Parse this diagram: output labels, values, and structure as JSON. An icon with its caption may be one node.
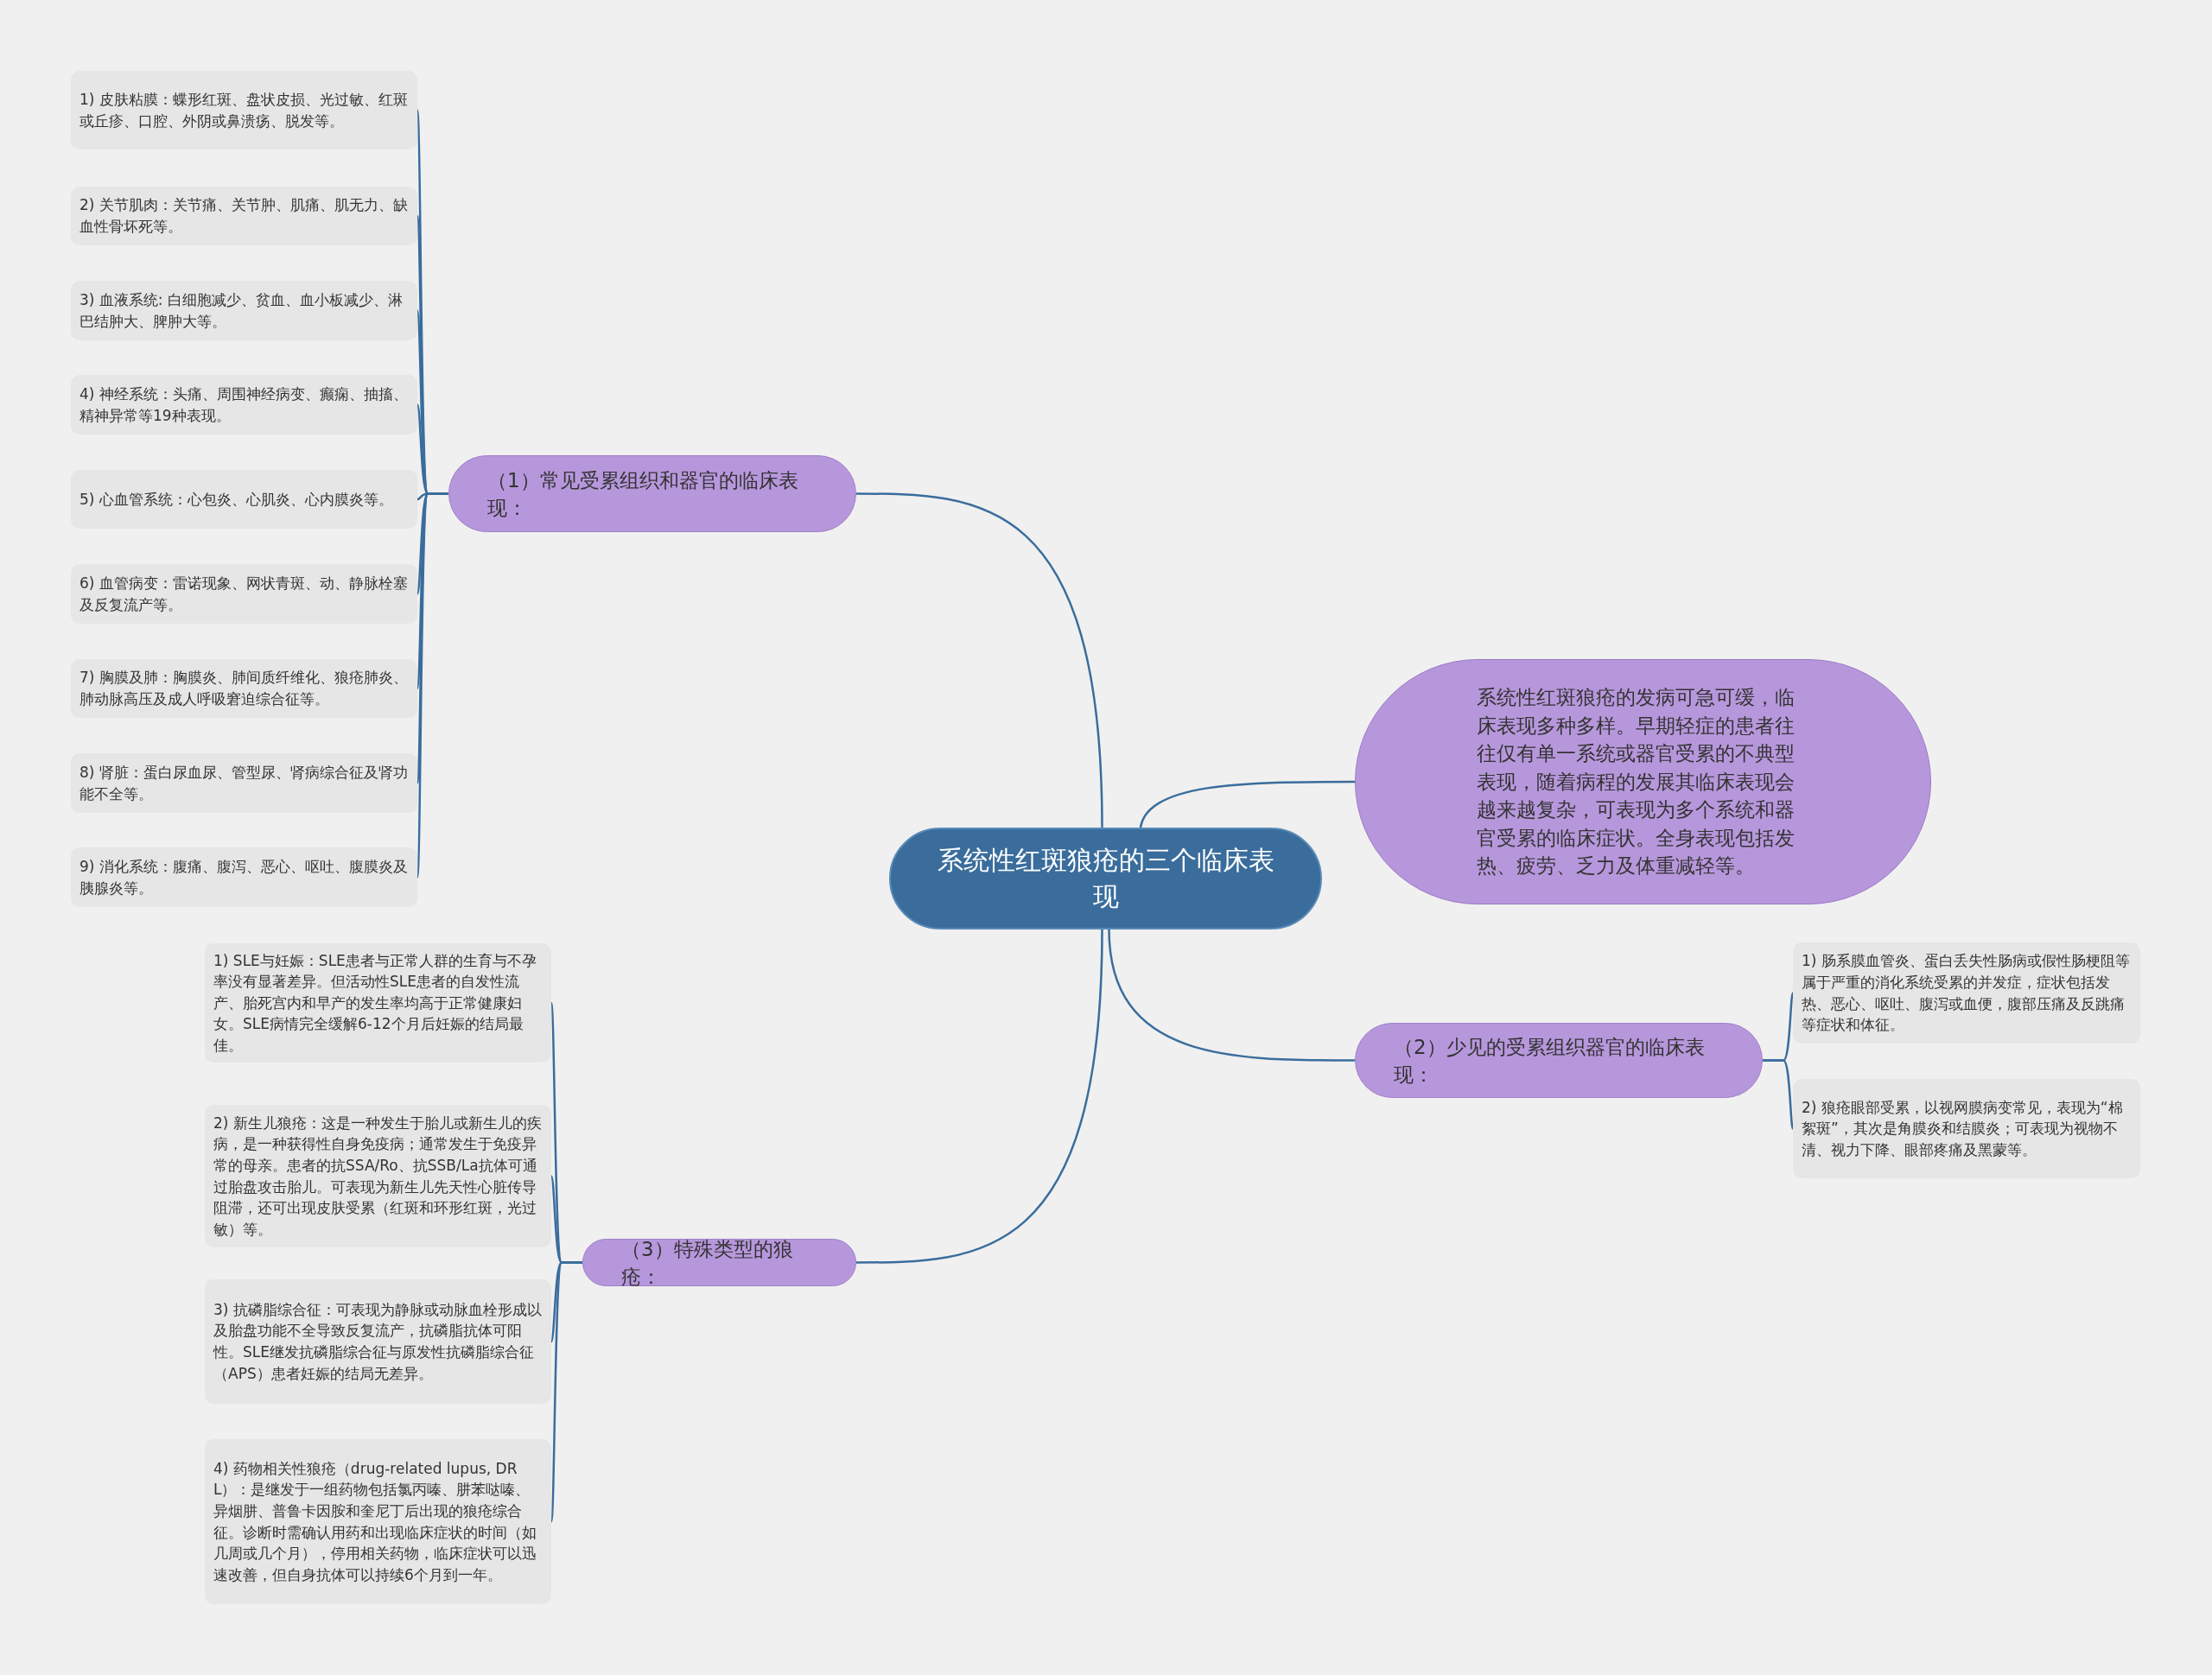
{
  "diagram": {
    "nodes": [
      {
        "text": [
          "系统性红斑狼疮的三个临床表现"
        ]
      },
      {
        "text": [
          "（1）常见受累组织和器官的临床表现："
        ]
      },
      {
        "text": [
          "1) 皮肤粘膜：蝶形红斑、盘状皮损、光过敏、红斑或丘疹、口腔、外阴或鼻溃疡、脱发等。"
        ]
      },
      {
        "text": [
          "2) 关节肌肉：关节痛、关节肿、肌痛、肌无力、缺血性骨坏死等。"
        ]
      },
      {
        "text": [
          "3) 血液系统: 白细胞减少、贫血、血小板减少、淋巴结肿大、脾肿大等。"
        ]
      },
      {
        "text": [
          "4) 神经系统：头痛、周围神经病变、癫痫、抽搐、精神异常等19种表现。"
        ]
      },
      {
        "text": [
          "5) 心血管系统：心包炎、心肌炎、心内膜炎等。"
        ]
      },
      {
        "text": [
          "6) 血管病变：雷诺现象、网状青斑、动、静脉栓塞及反复流产等。"
        ]
      },
      {
        "text": [
          "7) 胸膜及肺：胸膜炎、肺间质纤维化、狼疮肺炎、肺动脉高压及成人呼吸窘迫综合征等。"
        ]
      },
      {
        "text": [
          "8) 肾脏：蛋白尿血尿、管型尿、肾病综合征及肾功能不全等。"
        ]
      },
      {
        "text": [
          "9) 消化系统：腹痛、腹泻、恶心、呕吐、腹膜炎及胰腺炎等。"
        ]
      },
      {
        "text": [
          "系统性红斑狼疮的发病可急可缓，临床表现多种多样。早期轻症的患者往往仅有单一系统或器官受累的不典型表现，随着病程的发展其临床表现会越来越复杂，可表现为多个系统和器官受累的临床症状。全身表现包括发热、疲劳、乏力及体重减轻等。"
        ]
      },
      {
        "text": [
          "（2）少见的受累组织器官的临床表现："
        ]
      },
      {
        "text": [
          "1) 肠系膜血管炎、蛋白丢失性肠病或假性肠梗阻等属于严重的消化系统受累的并发症，症状包括发热、恶心、呕吐、腹泻或血便，腹部压痛及反跳痛等症状和体征。"
        ]
      },
      {
        "text": [
          "2) 狼疮眼部受累，以视网膜病变常见，表现为“棉絮斑”，其次是角膜炎和结膜炎；可表现为视物不清、视力下降、眼部疼痛及黑蒙等。"
        ]
      },
      {
        "text": [
          "（3）特殊类型的狼疮："
        ]
      },
      {
        "text": [
          "1) SLE与妊娠：SLE患者与正常人群的生育与不孕率没有显著差异。但活动性SLE患者的自发性流产、胎死宫内和早产的发生率均高于正常健康妇女。SLE病情完全缓解6-12个月后妊娠的结局最佳。"
        ]
      },
      {
        "text": [
          "2) 新生儿狼疮：这是一种发生于胎儿或新生儿的疾病，是一种获得性自身免疫病；通常发生于免疫异常的母亲。患者的抗SSA/Ro、抗SSB/La抗体可通过胎盘攻击胎儿。可表现为新生儿先天性心脏传导阻滞，还可出现皮肤受累（红斑和环形红斑，光过敏）等。"
        ]
      },
      {
        "text": [
          "3) 抗磷脂综合征：可表现为静脉或动脉血栓形成以及胎盘功能不全导致反复流产，抗磷脂抗体可阳性。SLE继发抗磷脂综合征与原发性抗磷脂综合征（APS）患者妊娠的结局无差异。"
        ]
      },
      {
        "text": [
          "4) 药物相关性狼疮（drug-related lupus, DRL）：是继发于一组药物包括氯丙嗪、肼苯哒嗪、异烟肼、普鲁卡因胺和奎尼丁后出现的狼疮综合征。诊断时需确认用药和出现临床症状的时间（如几周或几个月），停用相关药物，临床症状可以迅速改善，但自身抗体可以持续6个月到一年。"
        ]
      }
    ],
    "edges": [
      {
        "from": 0,
        "to": 1,
        "arrow": "none"
      },
      {
        "from": 1,
        "to": 2,
        "arrow": "none"
      },
      {
        "from": 1,
        "to": 3,
        "arrow": "none"
      },
      {
        "from": 1,
        "to": 4,
        "arrow": "none"
      },
      {
        "from": 1,
        "to": 5,
        "arrow": "none"
      },
      {
        "from": 1,
        "to": 6,
        "arrow": "none"
      },
      {
        "from": 1,
        "to": 7,
        "arrow": "none"
      },
      {
        "from": 1,
        "to": 8,
        "arrow": "none"
      },
      {
        "from": 1,
        "to": 9,
        "arrow": "none"
      },
      {
        "from": 1,
        "to": 10,
        "arrow": "none"
      },
      {
        "from": 0,
        "to": 11,
        "arrow": "none"
      },
      {
        "from": 0,
        "to": 12,
        "arrow": "none"
      },
      {
        "from": 12,
        "to": 13,
        "arrow": "none"
      },
      {
        "from": 12,
        "to": 14,
        "arrow": "none"
      },
      {
        "from": 0,
        "to": 15,
        "arrow": "none"
      },
      {
        "from": 15,
        "to": 16,
        "arrow": "none"
      },
      {
        "from": 15,
        "to": 17,
        "arrow": "none"
      },
      {
        "from": 15,
        "to": 18,
        "arrow": "none"
      },
      {
        "from": 15,
        "to": 19,
        "arrow": "none"
      }
    ]
  }
}
